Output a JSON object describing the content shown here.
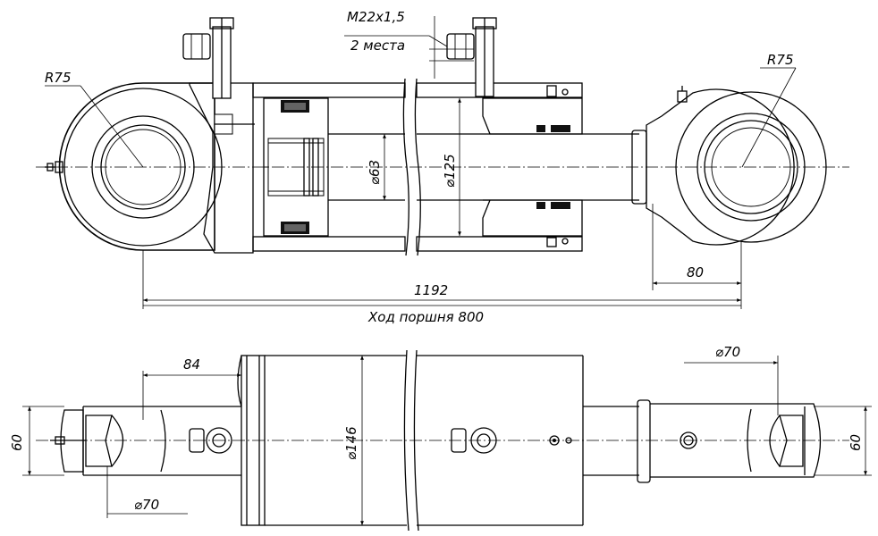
{
  "labels": {
    "thread": "M22x1,5",
    "thread_qty": "2 места",
    "radius_left": "R75",
    "radius_right": "R75",
    "rod_dia": "⌀63",
    "bore_dia": "⌀125",
    "eye_offset": "80",
    "overall_length": "1192",
    "stroke": "Ход поршня 800",
    "flange_offset": "84",
    "body_dia": "⌀146",
    "pin_dia_right": "⌀70",
    "pin_dia_left": "⌀70",
    "width_left": "60",
    "width_right": "60"
  },
  "colors": {
    "line": "#000000",
    "background": "#ffffff",
    "seal_fill": "#111111"
  }
}
